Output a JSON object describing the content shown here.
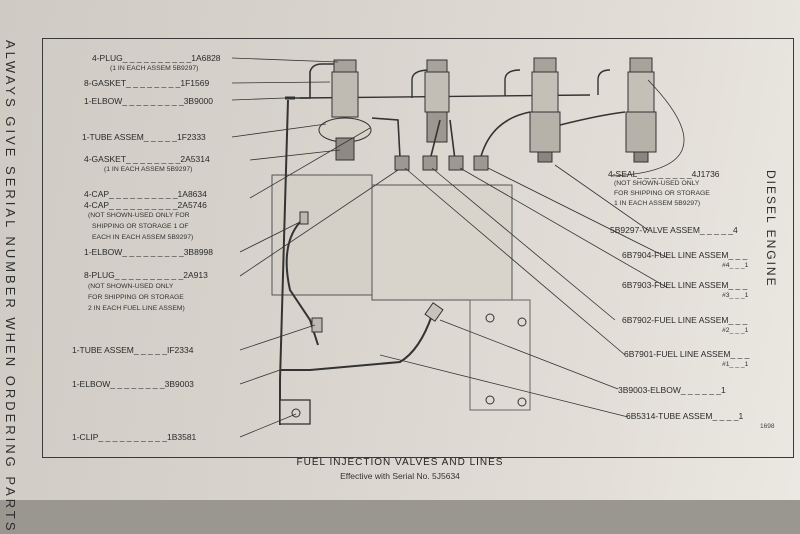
{
  "side_left": "ALWAYS GIVE SERIAL NUMBER WHEN ORDERING PARTS",
  "side_right": "DIESEL ENGINE",
  "caption": {
    "title": "FUEL INJECTION VALVES AND LINES",
    "subtitle": "Effective with Serial No. 5J5634"
  },
  "figure_number": "1698",
  "left_labels": {
    "plug": "4-PLUG_ _ _ _ _ _ _ _ _ _1A6828",
    "plug_note": "(1 IN EACH ASSEM 5B9297)",
    "gasket": "8-GASKET_ _ _ _ _ _ _ _1F1569",
    "elbow1": "1-ELBOW_ _ _ _ _ _ _ _ _3B9000",
    "tube1": "1-TUBE ASSEM_ _ _ _ _1F2333",
    "gasket2": "4-GASKET_ _ _ _ _ _ _ _2A5314",
    "gasket2_note": "(1 IN EACH ASSEM 5B9297)",
    "cap1": "4-CAP_ _ _ _ _ _ _ _ _ _1A8634",
    "cap2": "4-CAP_ _ _ _ _ _ _ _ _ _2A5746",
    "cap_note1": "(NOT SHOWN-USED ONLY FOR",
    "cap_note2": "SHIPPING OR STORAGE 1 OF",
    "cap_note3": "EACH IN EACH ASSEM 5B9297)",
    "elbow2": "1-ELBOW_ _ _ _ _ _ _ _ _3B8998",
    "plug2": "8-PLUG_ _ _ _ _ _ _ _ _ _2A913",
    "plug2_note1": "(NOT SHOWN-USED ONLY",
    "plug2_note2": "FOR SHIPPING OR STORAGE",
    "plug2_note3": "2 IN EACH FUEL LINE ASSEM)",
    "tube2": "1-TUBE ASSEM_ _ _ _ _IF2334",
    "elbow3": "1-ELBOW_ _ _ _ _ _ _ _3B9003",
    "clip": "1-CLIP_ _ _ _ _ _ _ _ _ _1B3581"
  },
  "right_labels": {
    "seal": "4-SEAL_ _ _ _ _ _ _ _4J1736",
    "seal_note1": "(NOT SHOWN-USED ONLY",
    "seal_note2": "FOR SHIPPING OR STORAGE",
    "seal_note3": "1 IN EACH ASSEM 5B9297)",
    "valve": "5B9297-VALVE ASSEM_ _ _ _ _4",
    "fuel4": "6B7904-FUEL LINE ASSEM_ _ _",
    "fuel4_num": "#4_ _ _1",
    "fuel3": "6B7903-FUEL LINE ASSEM_ _ _",
    "fuel3_num": "#3_ _ _1",
    "fuel2": "6B7902-FUEL LINE ASSEM_ _ _",
    "fuel2_num": "#2_ _ _1",
    "fuel1": "6B7901-FUEL LINE ASSEM_ _ _",
    "fuel1_num": "#1_ _ _1",
    "elbow": "3B9003-ELBOW_ _ _ _ _ _1",
    "tube": "6B5314-TUBE ASSEM_ _ _ _1"
  }
}
